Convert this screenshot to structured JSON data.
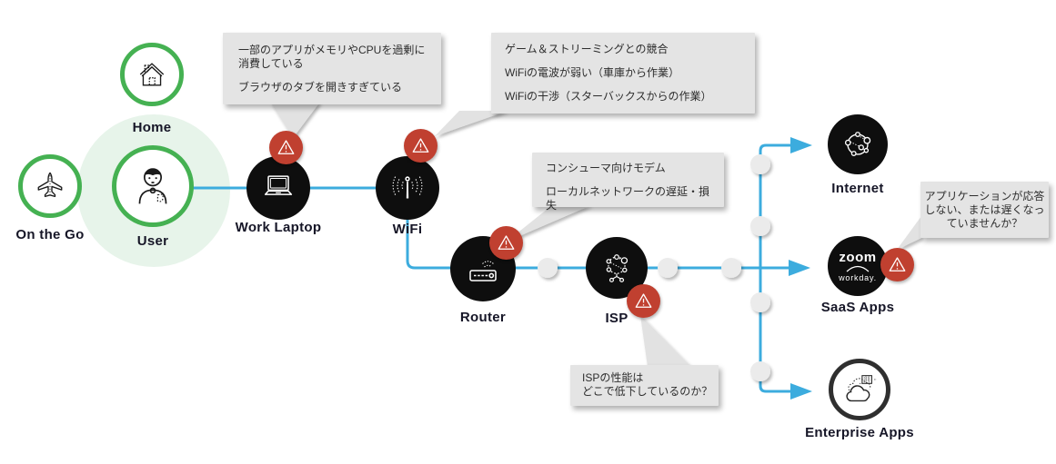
{
  "diagram": {
    "left_group": {
      "home": {
        "label": "Home"
      },
      "on_the_go": {
        "label": "On the Go"
      },
      "user": {
        "label": "User"
      }
    },
    "path_nodes": {
      "work_laptop": {
        "label": "Work Laptop"
      },
      "wifi": {
        "label": "WiFi"
      },
      "router": {
        "label": "Router"
      },
      "isp": {
        "label": "ISP"
      }
    },
    "destinations": {
      "internet": {
        "label": "Internet"
      },
      "saas_apps": {
        "label": "SaaS Apps",
        "logo_primary": "zoom",
        "logo_secondary": "workday."
      },
      "enterprise_apps": {
        "label": "Enterprise Apps"
      }
    },
    "callouts": {
      "work_laptop_issues": {
        "line1": "一部のアプリがメモリやCPUを過剰に\n消費している",
        "line2": "ブラウザのタブを開きすぎている"
      },
      "wifi_issues": {
        "line1": "ゲーム＆ストリーミングとの競合",
        "line2": "WiFiの電波が弱い（車庫から作業）",
        "line3": "WiFiの干渉（スターバックスからの作業）"
      },
      "router_issues": {
        "line1": "コンシューマ向けモデム",
        "line2": "ローカルネットワークの遅延・損失"
      },
      "saas_question": {
        "line1": "アプリケーションが応答\nしない、または遅くなっ\nていませんか？"
      },
      "isp_question": {
        "line1": "ISPの性能は\nどこで低下しているのか？"
      }
    },
    "colors": {
      "line_blue": "#3CACDE",
      "node_green": "#45B152",
      "warning_red": "#C04030",
      "node_black": "#0E0E0E",
      "callout_gray": "#E4E4E4"
    }
  }
}
